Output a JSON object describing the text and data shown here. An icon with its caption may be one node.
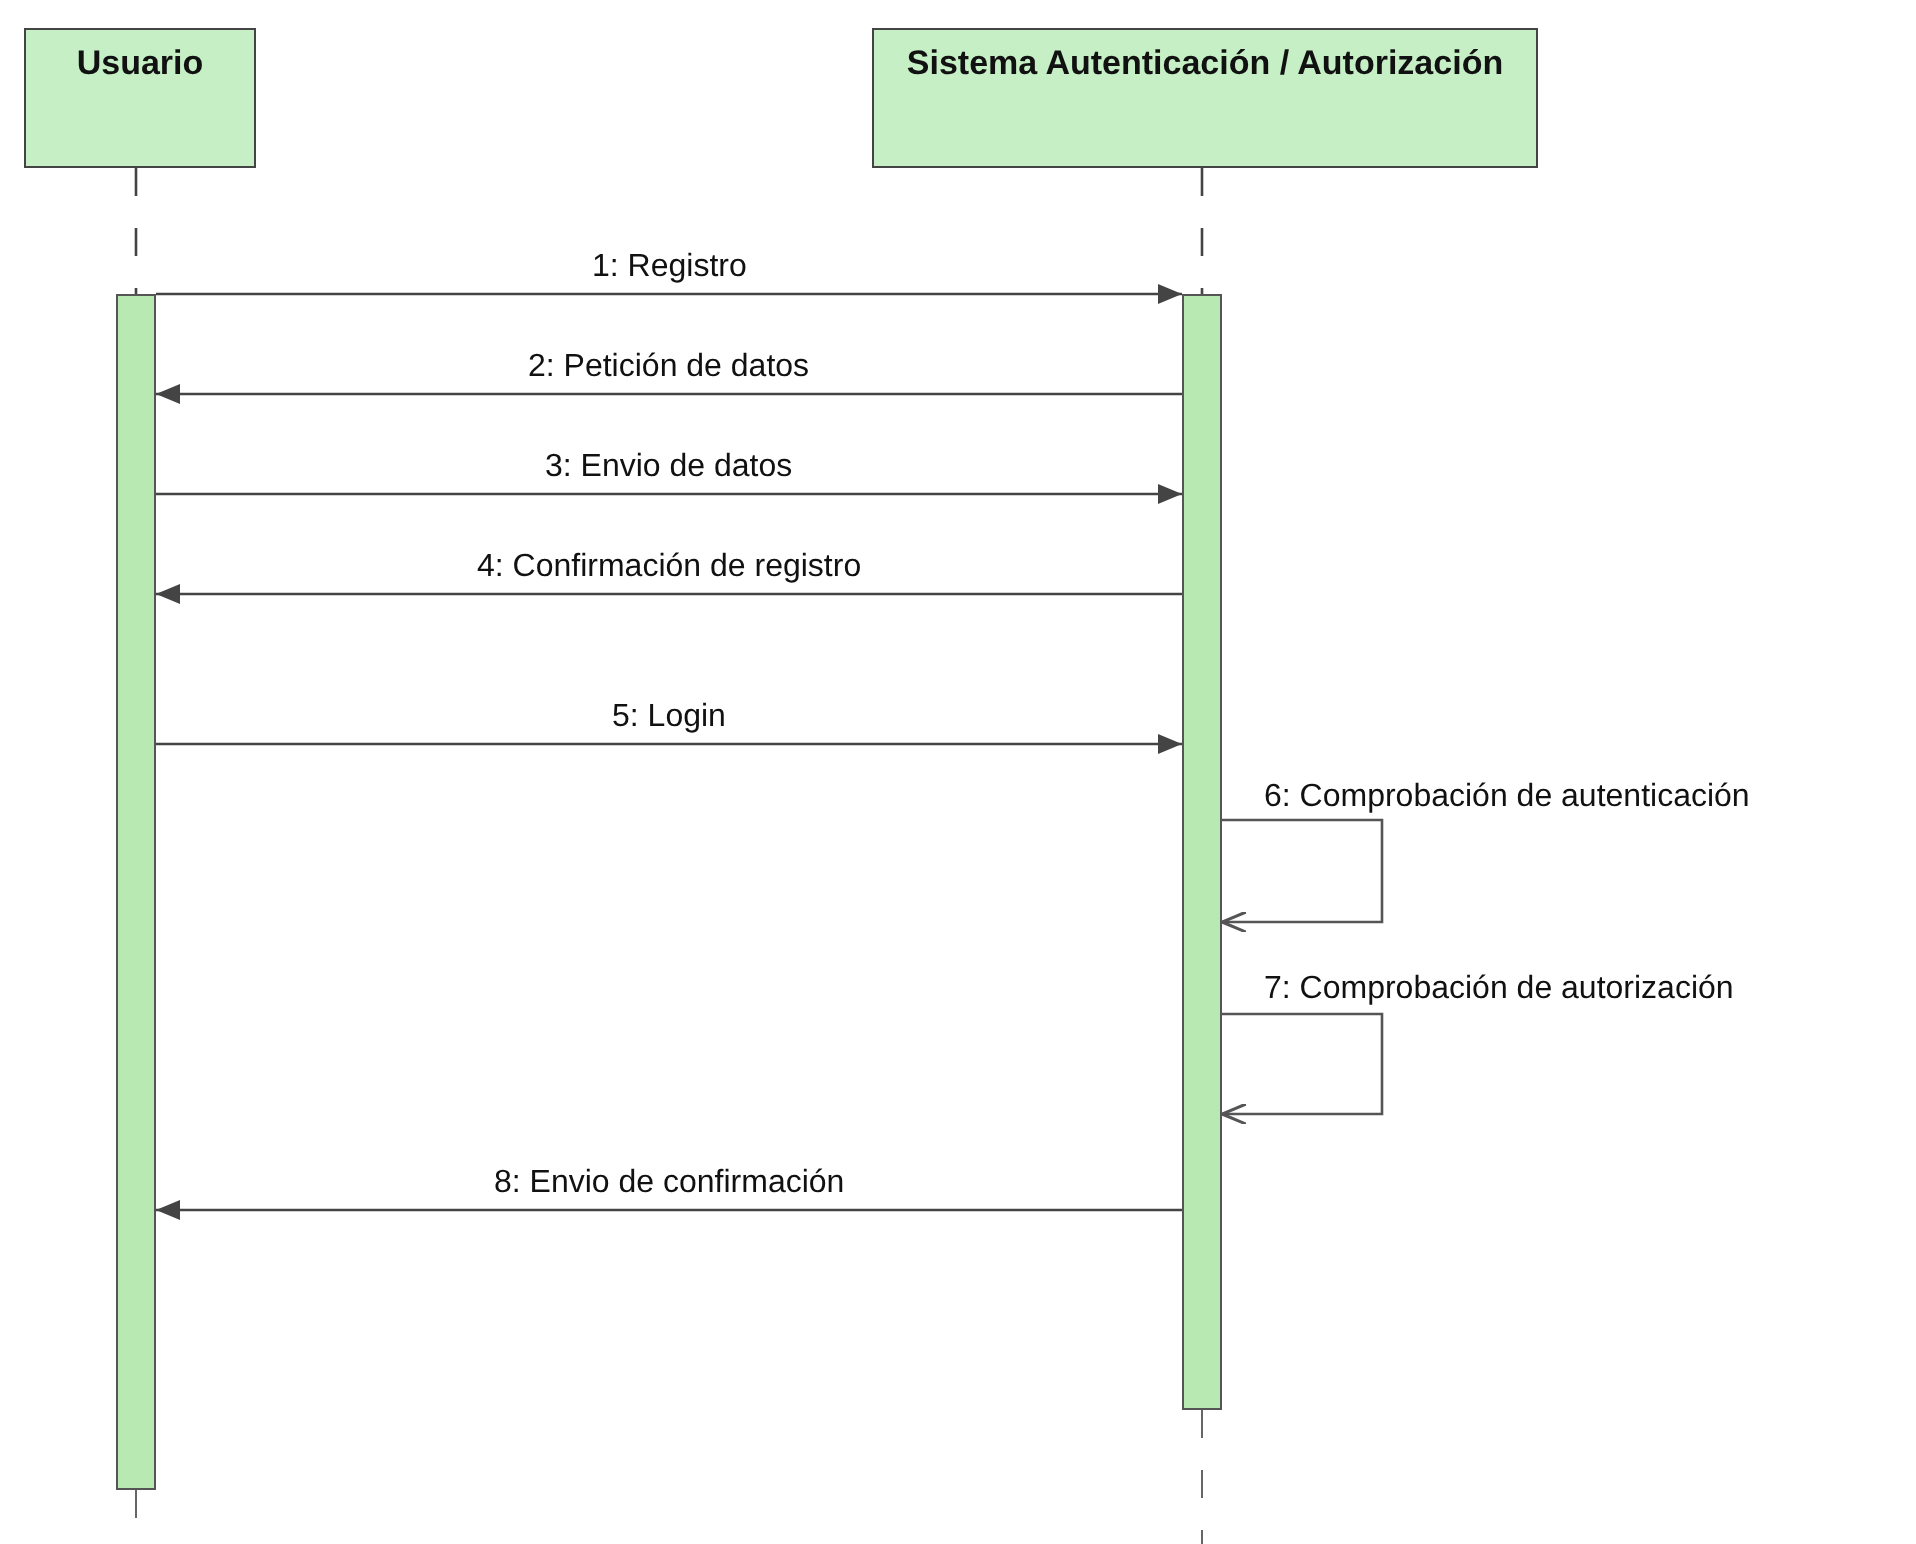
{
  "diagram": {
    "nodes": [
      {
        "text": [
          "Usuario"
        ]
      },
      {
        "text": [
          "Sistema Autenticación / Autorización"
        ]
      },
      {
        "text": [],
        "shape": "bar"
      },
      {
        "text": [],
        "shape": "bar"
      }
    ],
    "edges": [
      {
        "from": 0,
        "to": 2,
        "arrow": "none",
        "style": "dashed"
      },
      {
        "from": 1,
        "to": 3,
        "arrow": "none",
        "style": "dashed"
      },
      {
        "from": 2,
        "to": 3,
        "arrow": "to",
        "label": "1: Registro"
      },
      {
        "from": 3,
        "to": 2,
        "arrow": "to",
        "label": "2: Petición de datos"
      },
      {
        "from": 2,
        "to": 3,
        "arrow": "to",
        "label": "3: Envio de datos"
      },
      {
        "from": 3,
        "to": 2,
        "arrow": "to",
        "label": "4: Confirmación de registro"
      },
      {
        "from": 2,
        "to": 3,
        "arrow": "to",
        "label": "5: Login"
      },
      {
        "from": 3,
        "to": 3,
        "arrow": "to",
        "label": "6: Comprobación de autenticación"
      },
      {
        "from": 3,
        "to": 3,
        "arrow": "to",
        "label": "7: Comprobación de autorización"
      },
      {
        "from": 3,
        "to": 2,
        "arrow": "to",
        "label": "8: Envio de confirmación"
      }
    ]
  }
}
